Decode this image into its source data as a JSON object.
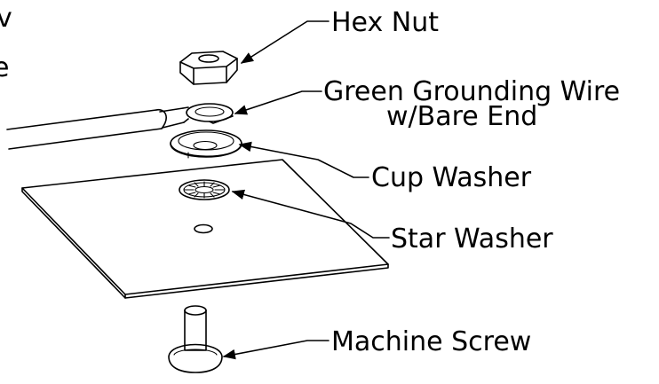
{
  "callouts": {
    "hex_nut": "Hex Nut",
    "grounding_wire_line1": "Green Grounding Wire",
    "grounding_wire_line2": "w/Bare End",
    "cup_washer": "Cup Washer",
    "star_washer": "Star Washer",
    "machine_screw": "Machine Screw"
  },
  "clipped_text": {
    "line1": "v",
    "line2": "e"
  }
}
